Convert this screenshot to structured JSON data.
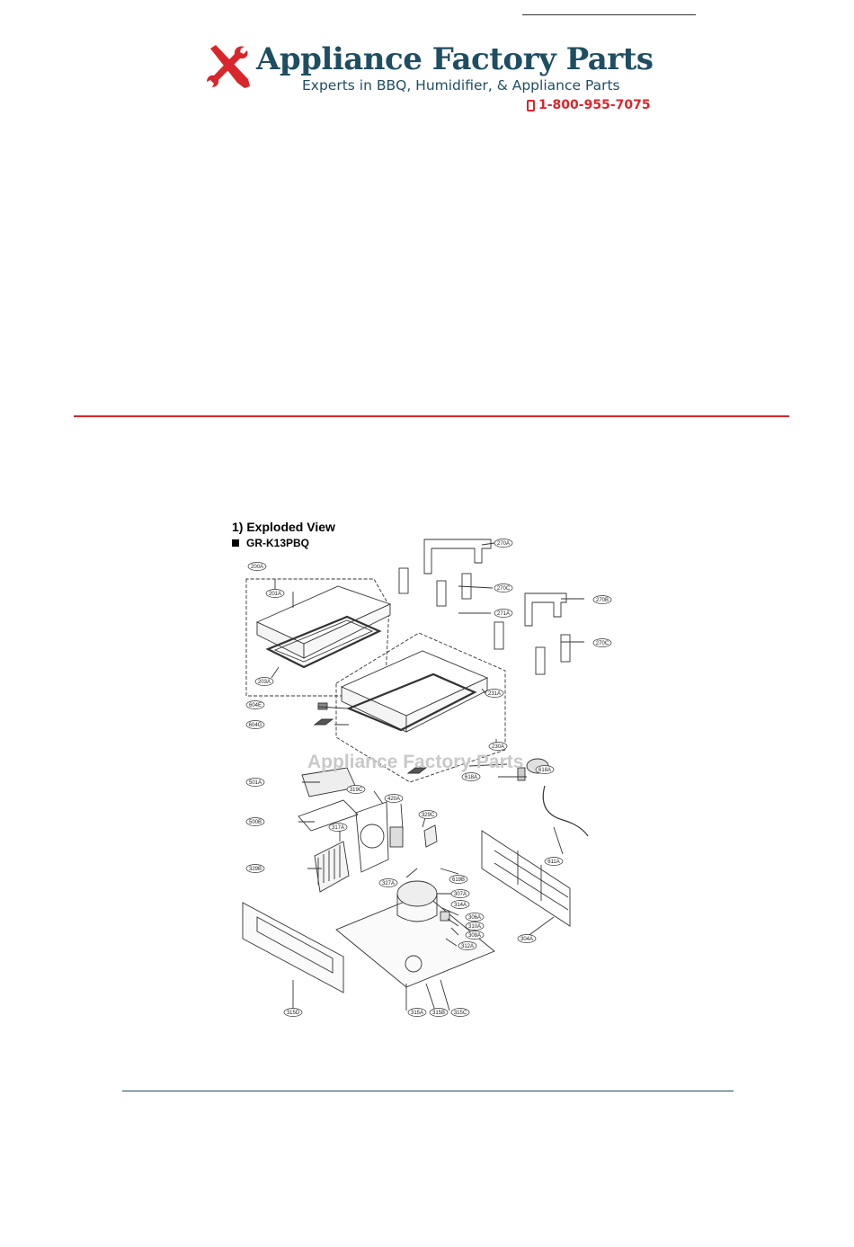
{
  "brand": {
    "name": "Appliance Factory Parts",
    "tagline": "Experts in BBQ, Humidifier, & Appliance Parts",
    "phone": "1-800-955-7075",
    "colors": {
      "navy": "#1f4e63",
      "red": "#d9262c"
    }
  },
  "diagram": {
    "title": "1) Exploded View",
    "model": "GR-K13PBQ",
    "watermark": "Appliance Factory Parts",
    "labels": [
      "270A",
      "270C",
      "270B",
      "271A",
      "270C",
      "200A",
      "201A",
      "203A",
      "231A",
      "230A",
      "604E",
      "604G",
      "618A",
      "618A",
      "501A",
      "500B",
      "319C",
      "420A",
      "329C",
      "317A",
      "329B",
      "327A",
      "619B",
      "611A",
      "307A",
      "314A",
      "306A",
      "310A",
      "309A",
      "312A",
      "304A",
      "315D",
      "315A",
      "315B",
      "315C"
    ]
  }
}
